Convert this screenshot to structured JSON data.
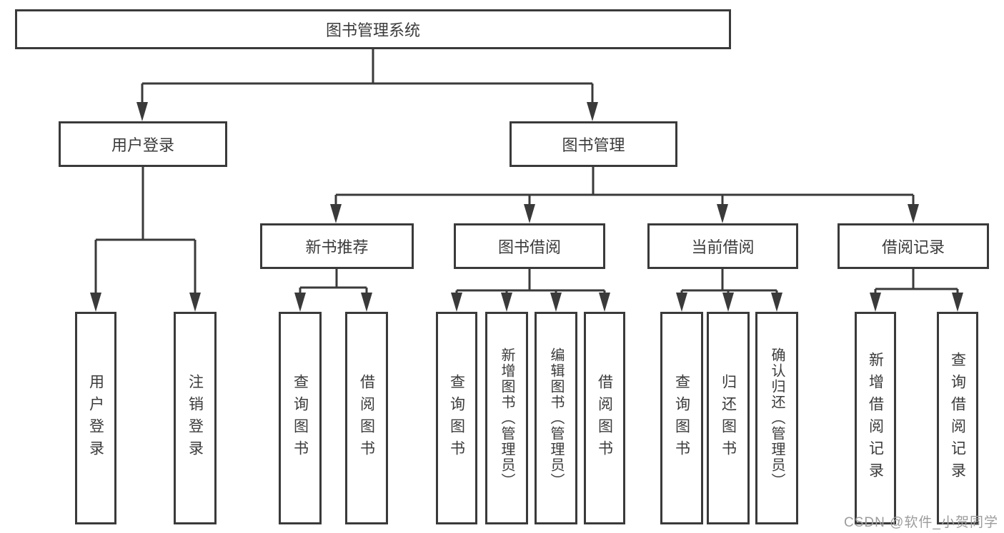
{
  "diagram": {
    "title": "图书管理系统",
    "watermark": "CSDN @软件_小贺同学",
    "colors": {
      "line": "#3a3a3a",
      "box_border": "#3a3a3a",
      "text": "#3b3b3b",
      "watermark": "#9c9c9c",
      "background": "#ffffff"
    },
    "nodes": {
      "root": {
        "label": "图书管理系统",
        "children": [
          "用户登录",
          "图书管理"
        ]
      },
      "level2": [
        {
          "label": "用户登录",
          "children": [
            "用户登录",
            "注销登录"
          ]
        },
        {
          "label": "图书管理",
          "children": [
            "新书推荐",
            "图书借阅",
            "当前借阅",
            "借阅记录"
          ]
        }
      ],
      "level3": [
        {
          "label": "新书推荐",
          "children": [
            "查询图书",
            "借阅图书"
          ]
        },
        {
          "label": "图书借阅",
          "children": [
            "查询图书",
            "新增图书（管理员）",
            "编辑图书（管理员）",
            "借阅图书"
          ]
        },
        {
          "label": "当前借阅",
          "children": [
            "查询图书",
            "归还图书",
            "确认归还（管理员）"
          ]
        },
        {
          "label": "借阅记录",
          "children": [
            "新增借阅记录",
            "查询借阅记录"
          ]
        }
      ],
      "leaves": [
        {
          "label": "用户登录",
          "parent": "用户登录"
        },
        {
          "label": "注销登录",
          "parent": "用户登录"
        },
        {
          "label": "查询图书",
          "parent": "新书推荐"
        },
        {
          "label": "借阅图书",
          "parent": "新书推荐"
        },
        {
          "label": "查询图书",
          "parent": "图书借阅"
        },
        {
          "label": "新增图书（管理员）",
          "parent": "图书借阅"
        },
        {
          "label": "编辑图书（管理员）",
          "parent": "图书借阅"
        },
        {
          "label": "借阅图书",
          "parent": "图书借阅"
        },
        {
          "label": "查询图书",
          "parent": "当前借阅"
        },
        {
          "label": "归还图书",
          "parent": "当前借阅"
        },
        {
          "label": "确认归还（管理员）",
          "parent": "当前借阅"
        },
        {
          "label": "新增借阅记录",
          "parent": "借阅记录"
        },
        {
          "label": "查询借阅记录",
          "parent": "借阅记录"
        }
      ]
    }
  }
}
